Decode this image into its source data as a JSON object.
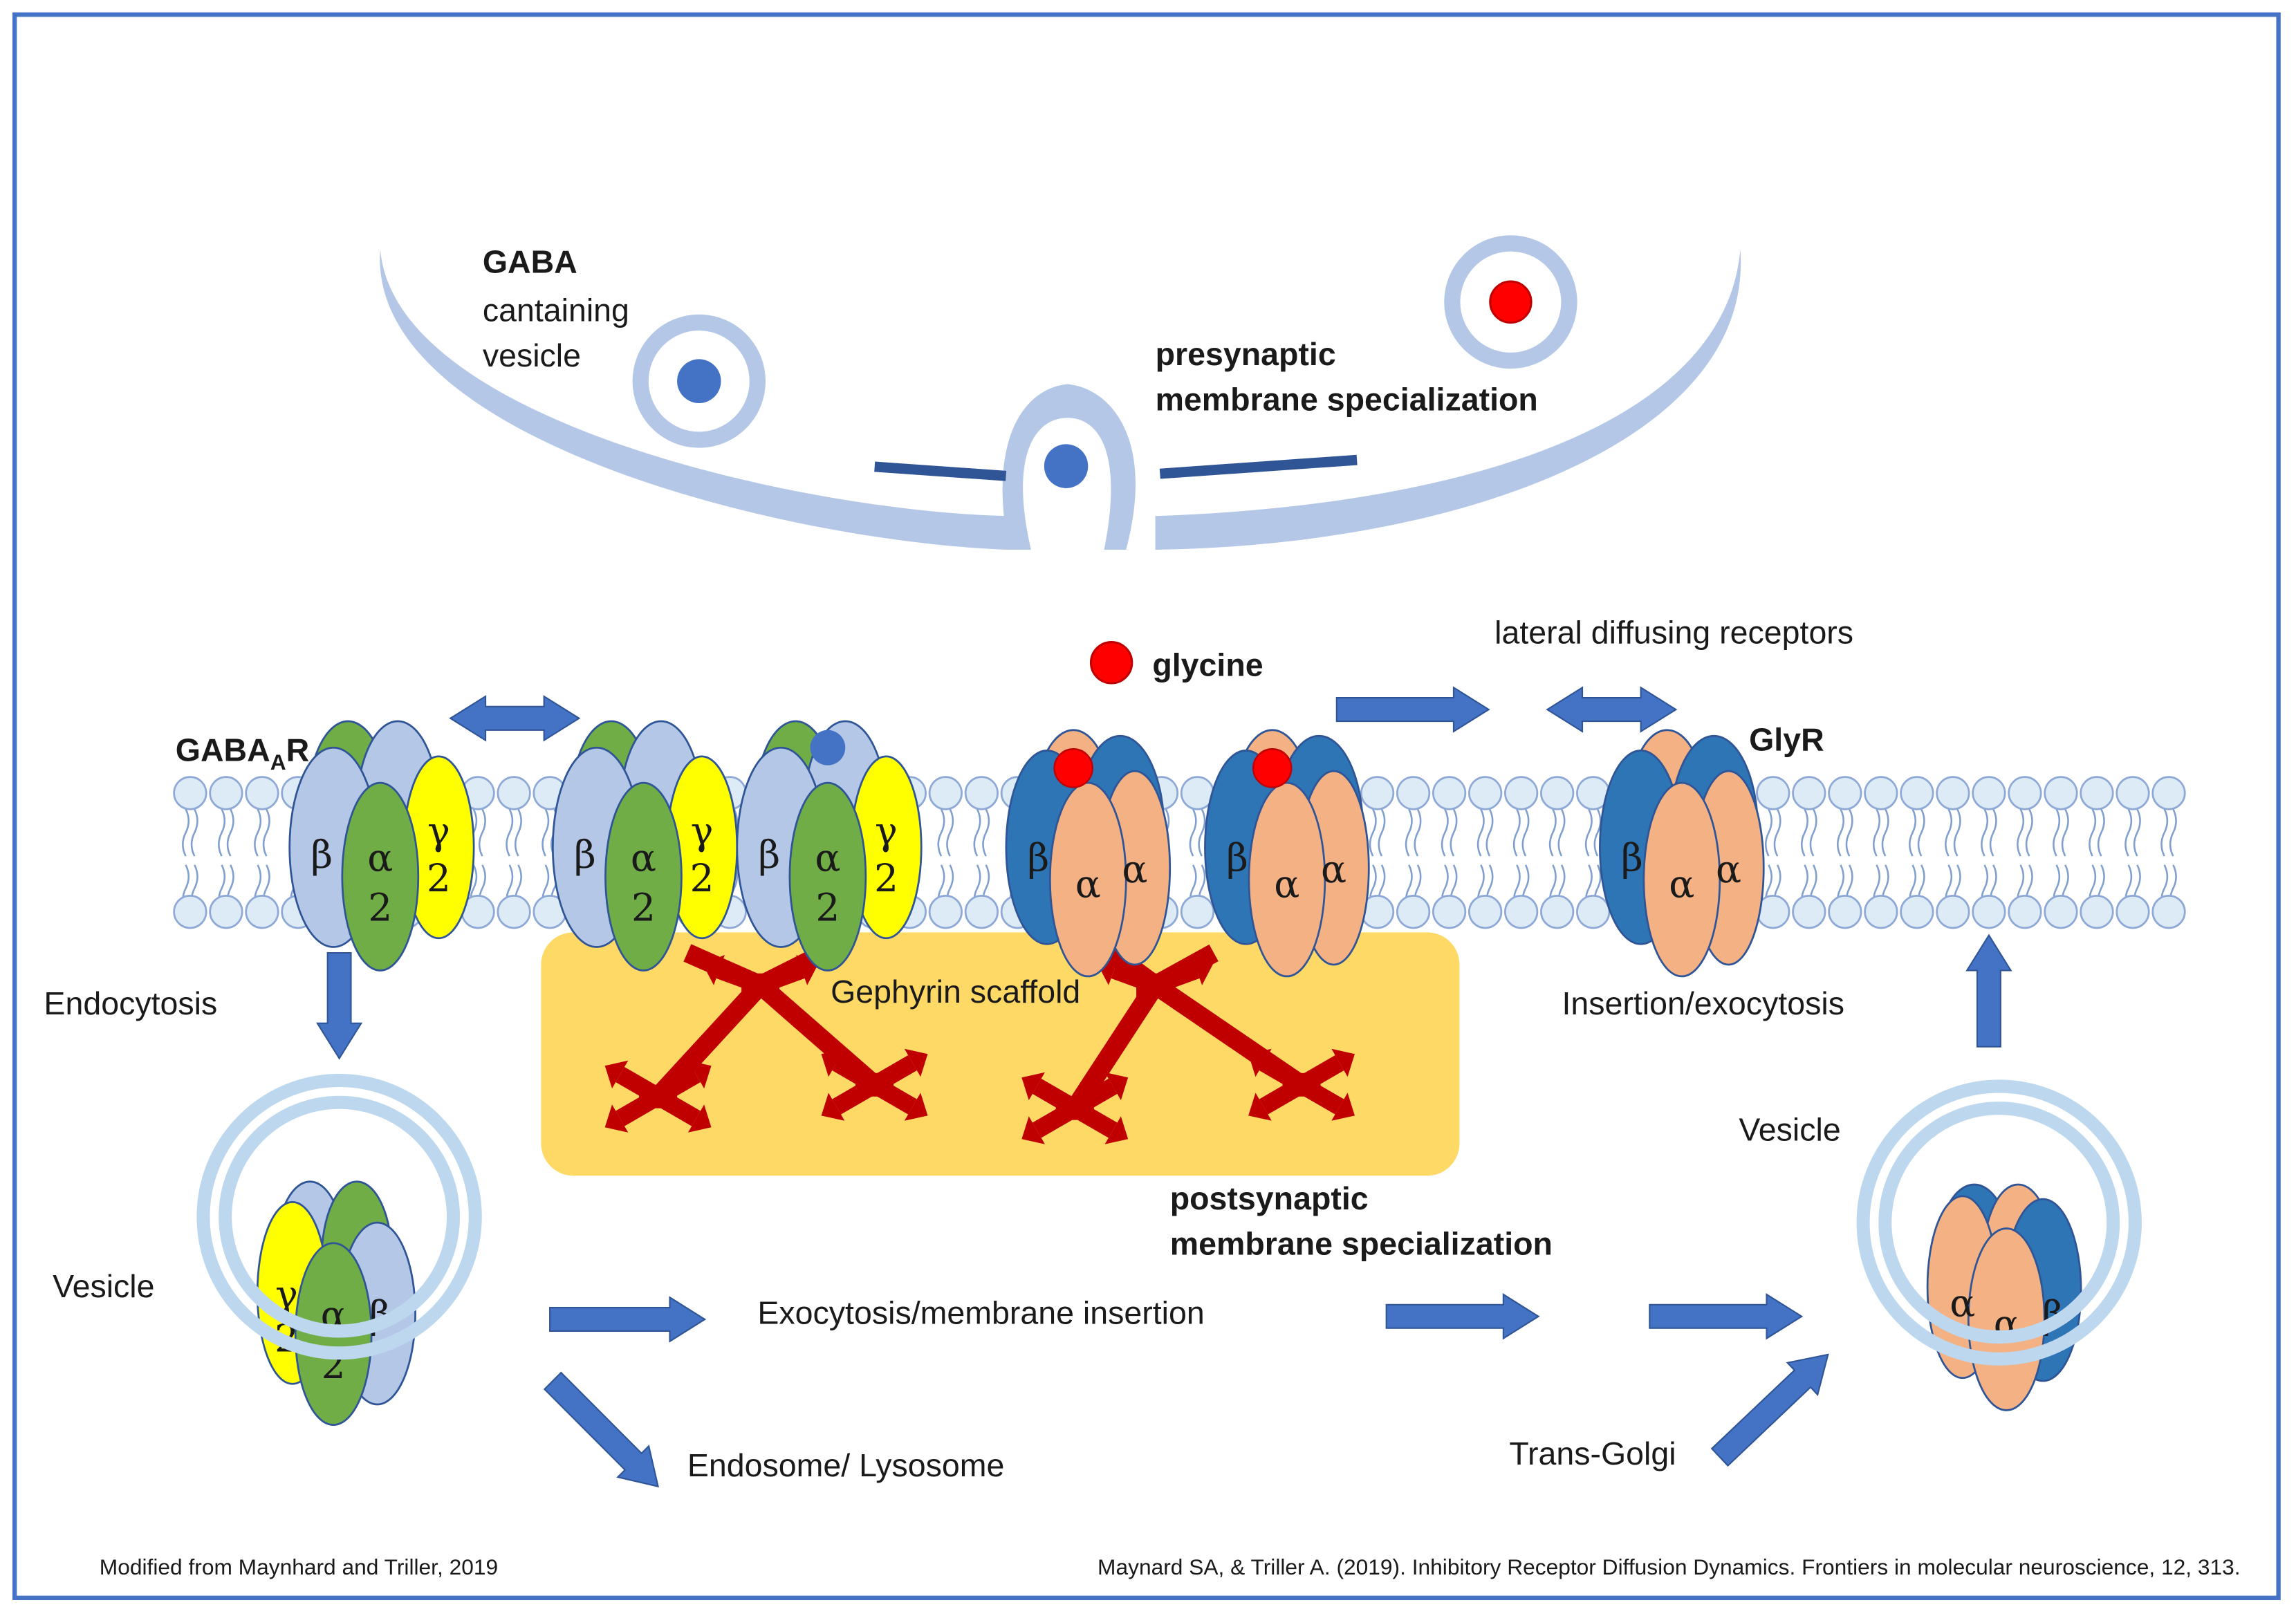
{
  "presynaptic": {
    "gaba_title": "GABA",
    "gaba_line1": "cantaining",
    "gaba_line2": "vesicle",
    "membrane_line1": "presynaptic",
    "membrane_line2": "membrane specialization"
  },
  "glycine_label": "glycine",
  "lateral_label": "lateral diffusing receptors",
  "gabaar": {
    "main": "GABA",
    "sub": "A",
    "suffix": "R"
  },
  "glyr_label": "GlyR",
  "endocytosis_label": "Endocytosis",
  "gephyrin_label": "Gephyrin scaffold",
  "insertion_label": "Insertion/exocytosis",
  "vesicle_left_label": "Vesicle",
  "vesicle_right_label": "Vesicle",
  "postsynaptic": {
    "line1": "postsynaptic",
    "line2": "membrane specialization"
  },
  "exocytosis_label": "Exocytosis/membrane  insertion",
  "endosome_label": "Endosome/ Lysosome",
  "transgolgi_label": "Trans-Golgi",
  "subunits": {
    "alpha": "α",
    "beta": "β",
    "gamma": "γ",
    "two": "2"
  },
  "footer_left": "Modified from Maynhard and Triller, 2019",
  "footer_right": "Maynard SA, & Triller A. (2019). Inhibitory Receptor Diffusion Dynamics. Frontiers in molecular neuroscience, 12, 313.",
  "colors": {
    "frame": "#4472c4",
    "membrane_light": "#b4c7e7",
    "arrow": "#4472c4",
    "gephyrin_box": "#ffd966",
    "gephyrin": "#c00000",
    "beta_light": "#b4c7e7",
    "beta_dark": "#2e75b6",
    "alpha_gaba": "#70ad47",
    "gamma": "#ffff00",
    "alpha_gly": "#f4b183",
    "gaba_dot": "#4472c4",
    "glycine_dot": "#ff0000"
  }
}
